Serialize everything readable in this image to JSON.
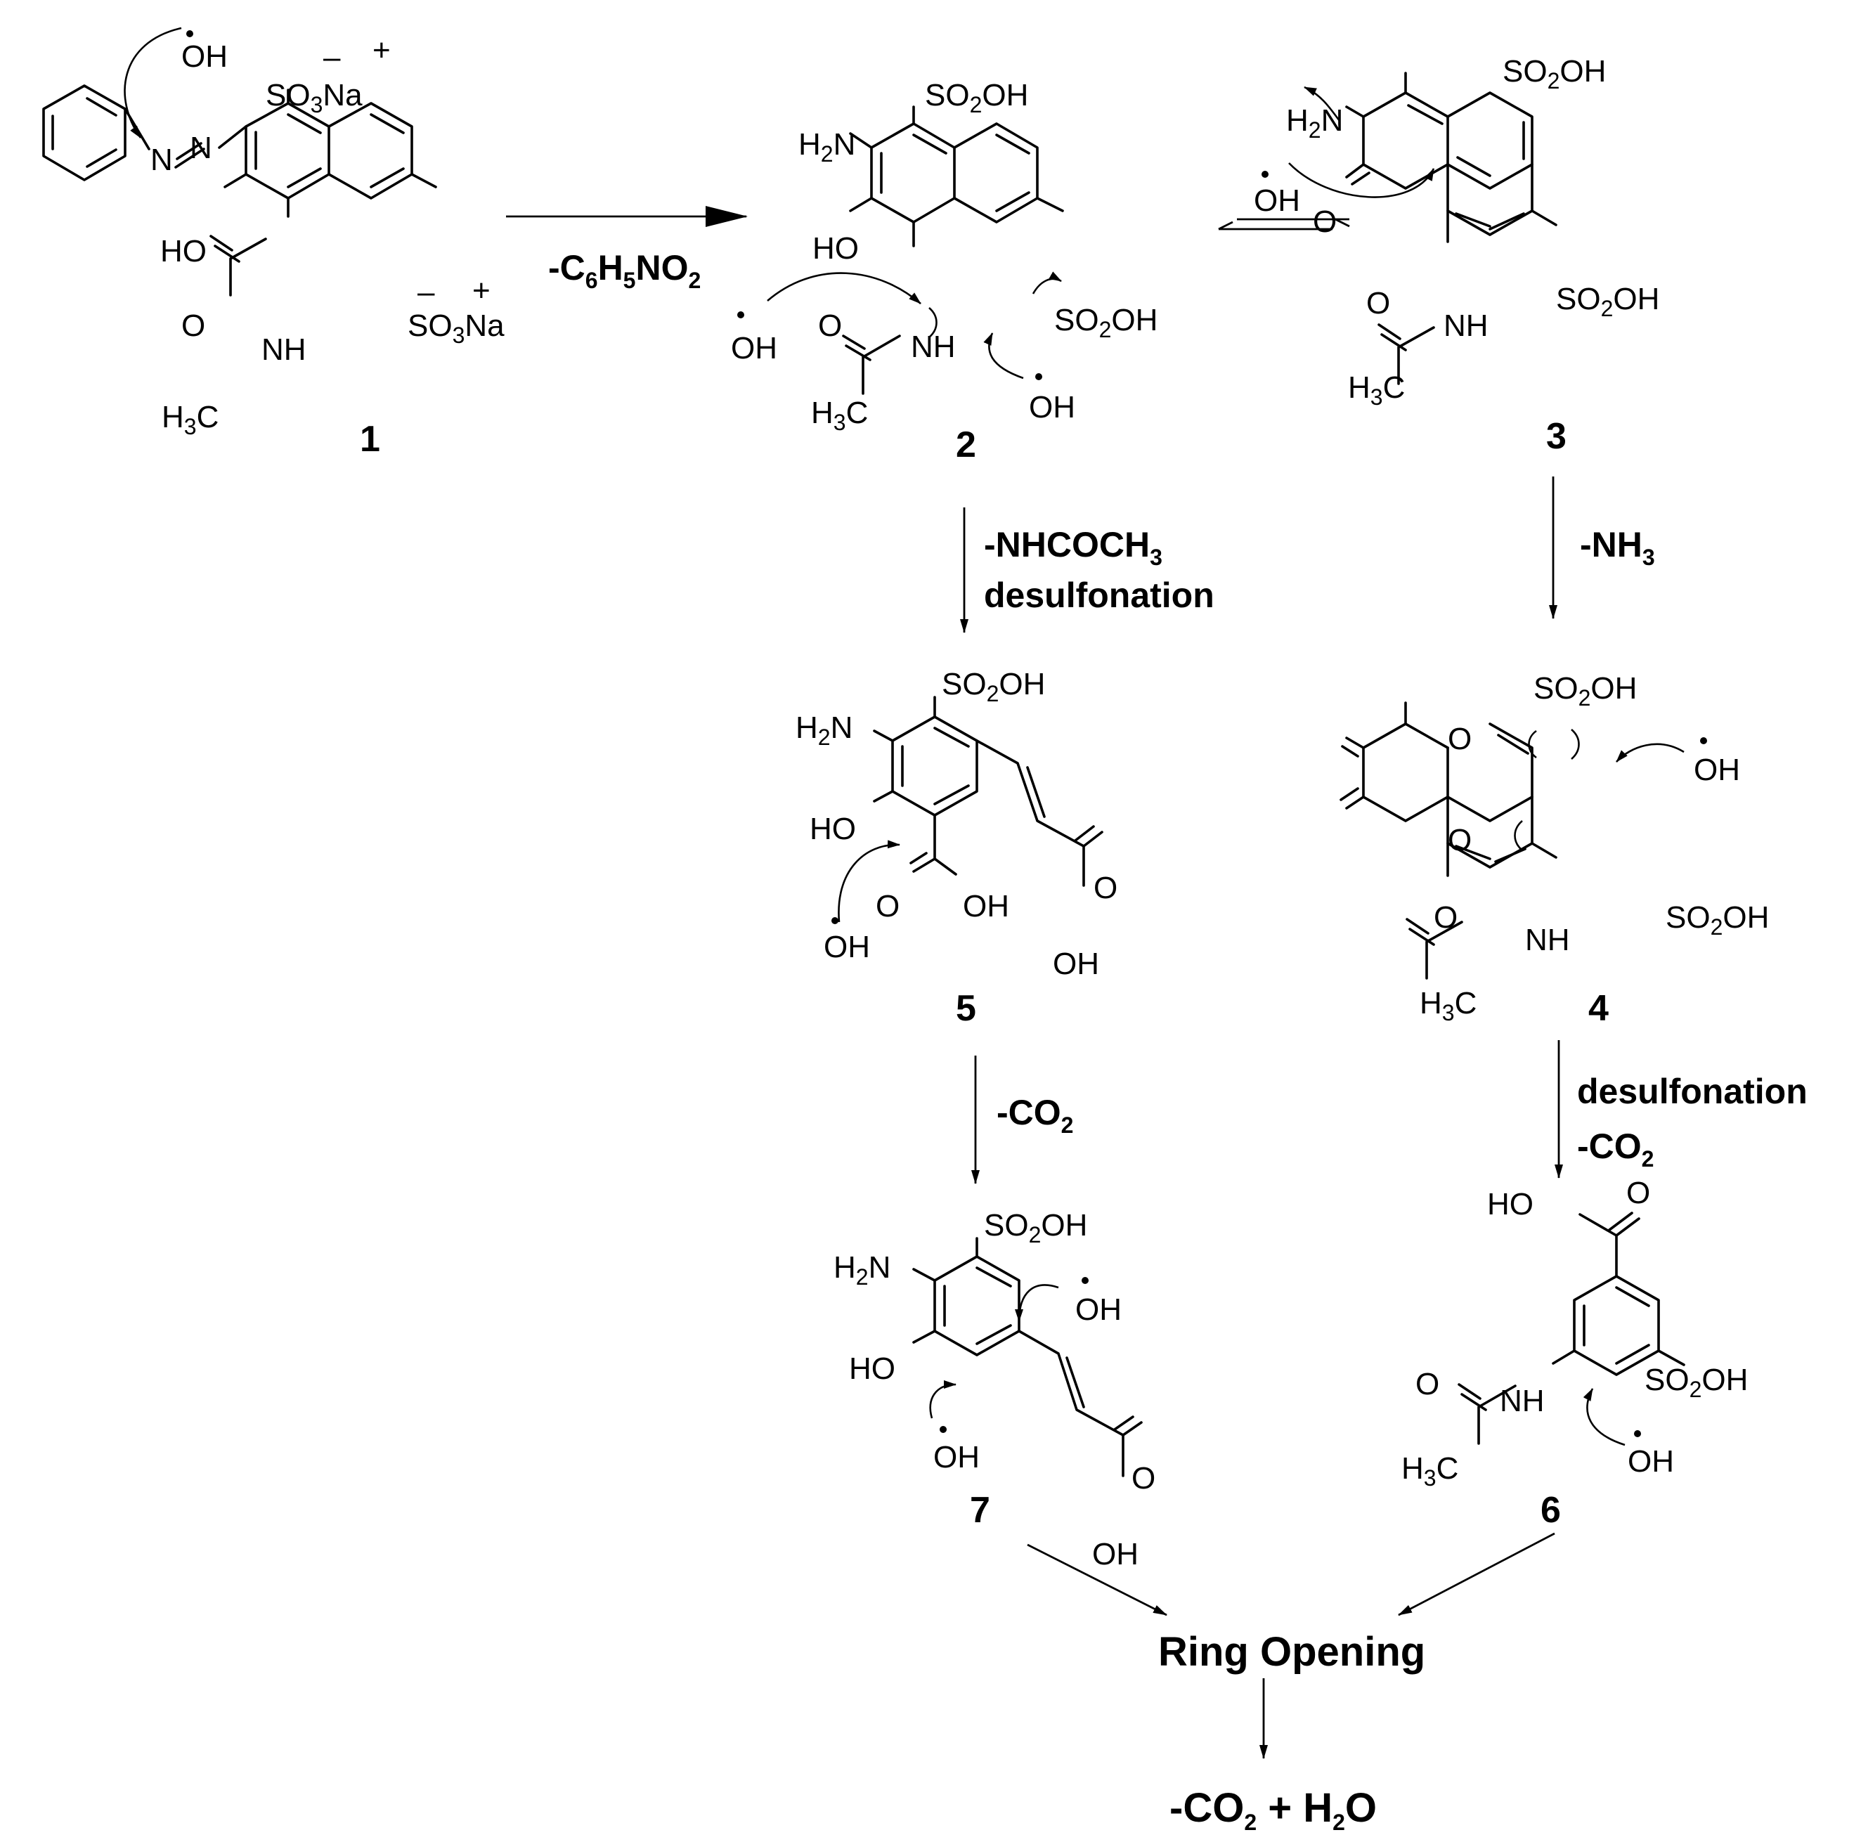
{
  "compounds": {
    "c1": {
      "number": "1"
    },
    "c2": {
      "number": "2"
    },
    "c3": {
      "number": "3"
    },
    "c4": {
      "number": "4"
    },
    "c5": {
      "number": "5"
    },
    "c6": {
      "number": "6"
    },
    "c7": {
      "number": "7"
    }
  },
  "conditions": {
    "step_1_2": "-C6H5NO2",
    "step_2_3": "OH",
    "step_2_5_line1": "-NHCOCH3",
    "step_2_5_line2": "desulfonation",
    "step_3_4": "-NH3",
    "step_5_7": "-CO2",
    "step_4_6_line1": "desulfonation",
    "step_4_6_line2": "-CO2"
  },
  "final": {
    "ring_opening": "Ring Opening",
    "products": "-CO2 + H2O"
  },
  "atom_labels": {
    "OH": "OH",
    "HO": "HO",
    "NH": "NH",
    "N": "N",
    "O": "O",
    "H2N": "H2N",
    "H3C": "H3C",
    "SO2OH": "SO2OH",
    "SO3Na": "SO3Na"
  }
}
